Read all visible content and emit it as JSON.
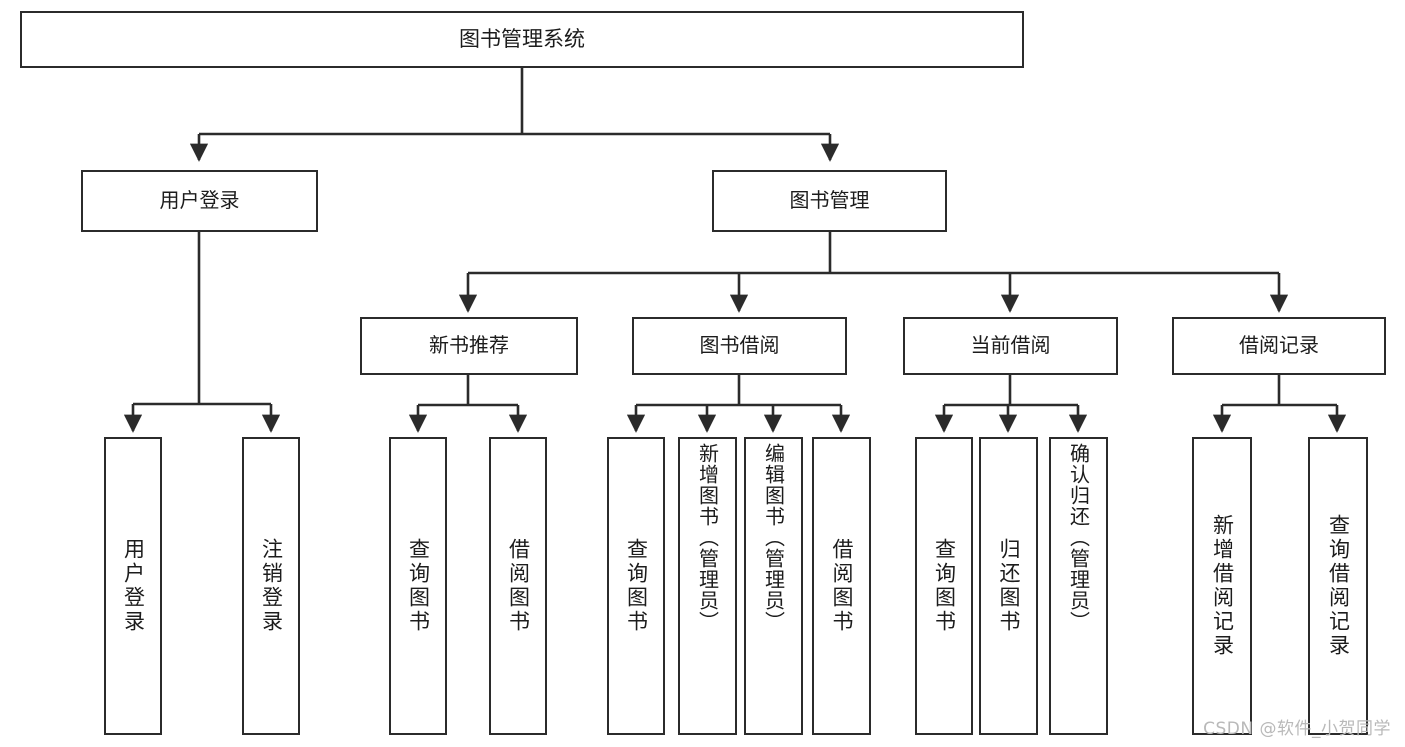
{
  "diagram": {
    "title_node": {
      "id": "root",
      "label": "图书管理系统"
    },
    "level2": [
      {
        "id": "user-login",
        "label": "用户登录"
      },
      {
        "id": "book-manage",
        "label": "图书管理"
      }
    ],
    "level3": [
      {
        "id": "new-book-rec",
        "label": "新书推荐"
      },
      {
        "id": "book-borrow",
        "label": "图书借阅"
      },
      {
        "id": "current-borrow",
        "label": "当前借阅"
      },
      {
        "id": "borrow-record",
        "label": "借阅记录"
      }
    ],
    "leaves": [
      {
        "id": "leaf-user-login",
        "label": "用户登录",
        "parent": "user-login"
      },
      {
        "id": "leaf-user-logout",
        "label": "注销登录",
        "parent": "user-login"
      },
      {
        "id": "leaf-query-book-1",
        "label": "查询图书",
        "parent": "new-book-rec"
      },
      {
        "id": "leaf-borrow-book-1",
        "label": "借阅图书",
        "parent": "new-book-rec"
      },
      {
        "id": "leaf-query-book-2",
        "label": "查询图书",
        "parent": "book-borrow"
      },
      {
        "id": "leaf-add-book",
        "label": "新增图书（管理员）",
        "parent": "book-borrow"
      },
      {
        "id": "leaf-edit-book",
        "label": "编辑图书（管理员）",
        "parent": "book-borrow"
      },
      {
        "id": "leaf-borrow-book-2",
        "label": "借阅图书",
        "parent": "book-borrow"
      },
      {
        "id": "leaf-query-book-3",
        "label": "查询图书",
        "parent": "current-borrow"
      },
      {
        "id": "leaf-return-book",
        "label": "归还图书",
        "parent": "current-borrow"
      },
      {
        "id": "leaf-confirm-return",
        "label": "确认归还（管理员）",
        "parent": "current-borrow"
      },
      {
        "id": "leaf-add-record",
        "label": "新增借阅记录",
        "parent": "borrow-record"
      },
      {
        "id": "leaf-query-record",
        "label": "查询借阅记录",
        "parent": "borrow-record"
      }
    ],
    "watermark": "CSDN @软件_小贺同学",
    "colors": {
      "stroke": "#2b2b2b",
      "fill": "#ffffff",
      "text": "#1c1c1c",
      "watermark": "#b9b9b9"
    }
  }
}
